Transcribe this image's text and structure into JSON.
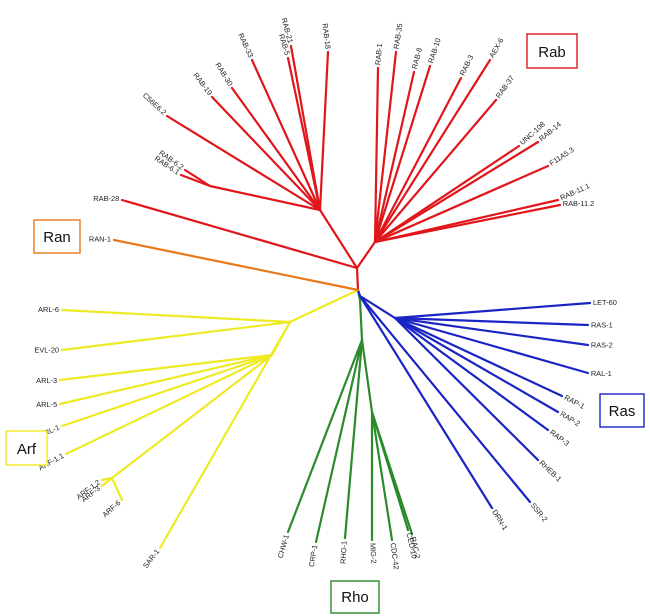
{
  "groups": {
    "rab": {
      "label": "Rab",
      "color": "#e0161b"
    },
    "ran": {
      "label": "Ran",
      "color": "#e8781a"
    },
    "arf": {
      "label": "Arf",
      "color": "#eeea24"
    },
    "rho": {
      "label": "Rho",
      "color": "#2a8a2c"
    },
    "ras": {
      "label": "Ras",
      "color": "#1a25c4"
    }
  },
  "leaves": [
    {
      "id": "rab-21",
      "label": "RAB-21",
      "group": "rab"
    },
    {
      "id": "rab-18",
      "label": "RAB-18",
      "group": "rab"
    },
    {
      "id": "rab-5",
      "label": "RAB-5",
      "group": "rab"
    },
    {
      "id": "rab-33",
      "label": "RAB-33",
      "group": "rab"
    },
    {
      "id": "rab-30",
      "label": "RAB-30",
      "group": "rab"
    },
    {
      "id": "rab-19",
      "label": "RAB-19",
      "group": "rab"
    },
    {
      "id": "c56e6-2",
      "label": "C56E6.2",
      "group": "rab"
    },
    {
      "id": "rab-6-2",
      "label": "RAB-6.2",
      "group": "rab"
    },
    {
      "id": "rab-6-1",
      "label": "RAB-6.1",
      "group": "rab"
    },
    {
      "id": "rab-28",
      "label": "RAB-28",
      "group": "rab"
    },
    {
      "id": "rab-1",
      "label": "RAB-1",
      "group": "rab"
    },
    {
      "id": "rab-35",
      "label": "RAB-35",
      "group": "rab"
    },
    {
      "id": "rab-8",
      "label": "RAB-8",
      "group": "rab"
    },
    {
      "id": "rab-10",
      "label": "RAB-10",
      "group": "rab"
    },
    {
      "id": "rab-3",
      "label": "RAB-3",
      "group": "rab"
    },
    {
      "id": "aex-6",
      "label": "AEX-6",
      "group": "rab"
    },
    {
      "id": "rab-37",
      "label": "RAB-37",
      "group": "rab"
    },
    {
      "id": "unc-108",
      "label": "UNC-108",
      "group": "rab"
    },
    {
      "id": "rab-14",
      "label": "RAB-14",
      "group": "rab"
    },
    {
      "id": "f11a5-3",
      "label": "F11A5.3",
      "group": "rab"
    },
    {
      "id": "rab-11-1",
      "label": "RAB-11.1",
      "group": "rab"
    },
    {
      "id": "rab-11-2",
      "label": "RAB-11.2",
      "group": "rab"
    },
    {
      "id": "ran-1",
      "label": "RAN-1",
      "group": "ran"
    },
    {
      "id": "arl-6",
      "label": "ARL-6",
      "group": "arf"
    },
    {
      "id": "evl-20",
      "label": "EVL-20",
      "group": "arf"
    },
    {
      "id": "arl-3",
      "label": "ARL-3",
      "group": "arf"
    },
    {
      "id": "arl-5",
      "label": "ARL-5",
      "group": "arf"
    },
    {
      "id": "arl-1",
      "label": "ARL-1",
      "group": "arf"
    },
    {
      "id": "arf-1-1",
      "label": "ARF-1.1",
      "group": "arf"
    },
    {
      "id": "arf-1-2",
      "label": "ARF-1.2",
      "group": "arf"
    },
    {
      "id": "arf-3",
      "label": "ARF-3",
      "group": "arf"
    },
    {
      "id": "arf-6",
      "label": "ARF-6",
      "group": "arf"
    },
    {
      "id": "sar-1",
      "label": "SAR-1",
      "group": "arf"
    },
    {
      "id": "chw-1",
      "label": "CHW-1",
      "group": "rho"
    },
    {
      "id": "crp-1",
      "label": "CRP-1",
      "group": "rho"
    },
    {
      "id": "rho-1",
      "label": "RHO-1",
      "group": "rho"
    },
    {
      "id": "mig-2",
      "label": "MIG-2",
      "group": "rho"
    },
    {
      "id": "cdc-42",
      "label": "CDC-42",
      "group": "rho"
    },
    {
      "id": "ced-10",
      "label": "CED-10",
      "group": "rho"
    },
    {
      "id": "rac-2",
      "label": "RAC-2",
      "group": "rho"
    },
    {
      "id": "let-60",
      "label": "LET-60",
      "group": "ras"
    },
    {
      "id": "ras-1",
      "label": "RAS-1",
      "group": "ras"
    },
    {
      "id": "ras-2",
      "label": "RAS-2",
      "group": "ras"
    },
    {
      "id": "ral-1",
      "label": "RAL-1",
      "group": "ras"
    },
    {
      "id": "rap-1",
      "label": "RAP-1",
      "group": "ras"
    },
    {
      "id": "rap-2",
      "label": "RAP-2",
      "group": "ras"
    },
    {
      "id": "rap-3",
      "label": "RAP-3",
      "group": "ras"
    },
    {
      "id": "rheb-1",
      "label": "RHEB-1",
      "group": "ras"
    },
    {
      "id": "ssr-2",
      "label": "SSR-2",
      "group": "ras"
    },
    {
      "id": "drn-1",
      "label": "DRN-1",
      "group": "ras"
    }
  ]
}
